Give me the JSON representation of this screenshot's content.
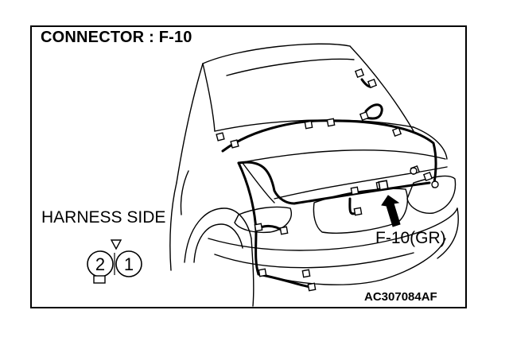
{
  "header": {
    "title": "CONNECTOR : F-10"
  },
  "connector_view": {
    "label": "HARNESS SIDE",
    "pins": [
      "2",
      "1"
    ]
  },
  "callout": {
    "label": "F-10(GR)"
  },
  "footer": {
    "reference_code": "AC307084AF"
  },
  "colors": {
    "line": "#000000",
    "background": "#ffffff"
  }
}
